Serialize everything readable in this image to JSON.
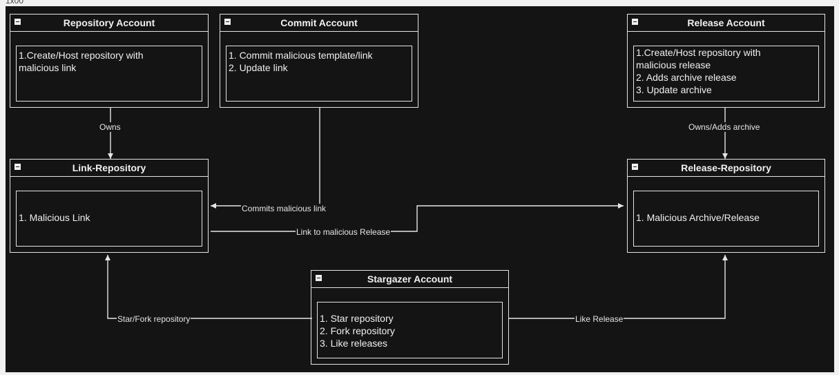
{
  "page_corner_text": "1x00",
  "nodes": {
    "repository_account": {
      "title": "Repository Account",
      "items": [
        "1.Create/Host repository with",
        "malicious link"
      ]
    },
    "commit_account": {
      "title": "Commit Account",
      "items": [
        "1. Commit malicious template/link",
        "2. Update link"
      ]
    },
    "release_account": {
      "title": "Release Account",
      "items": [
        "1.Create/Host repository with",
        "malicious release",
        "2. Adds archive release",
        "3. Update archive"
      ]
    },
    "link_repository": {
      "title": "Link-Repository",
      "items": [
        "1. Malicious Link"
      ]
    },
    "release_repository": {
      "title": "Release-Repository",
      "items": [
        "1. Malicious Archive/Release"
      ]
    },
    "stargazer_account": {
      "title": "Stargazer Account",
      "items": [
        "1. Star repository",
        "2. Fork repository",
        "3. Like releases"
      ]
    }
  },
  "edges": {
    "owns": "Owns",
    "owns_adds_archive": "Owns/Adds archive",
    "commits_malicious_link": "Commits malicious link",
    "link_to_malicious_release": "Link to malicious Release",
    "star_fork_repository": "Star/Fork repository",
    "like_release": "Like Release"
  },
  "colors": {
    "background": "#141414",
    "stroke": "#e6e6e6",
    "text": "#f0f0f0",
    "page": "#f1f1f1"
  }
}
